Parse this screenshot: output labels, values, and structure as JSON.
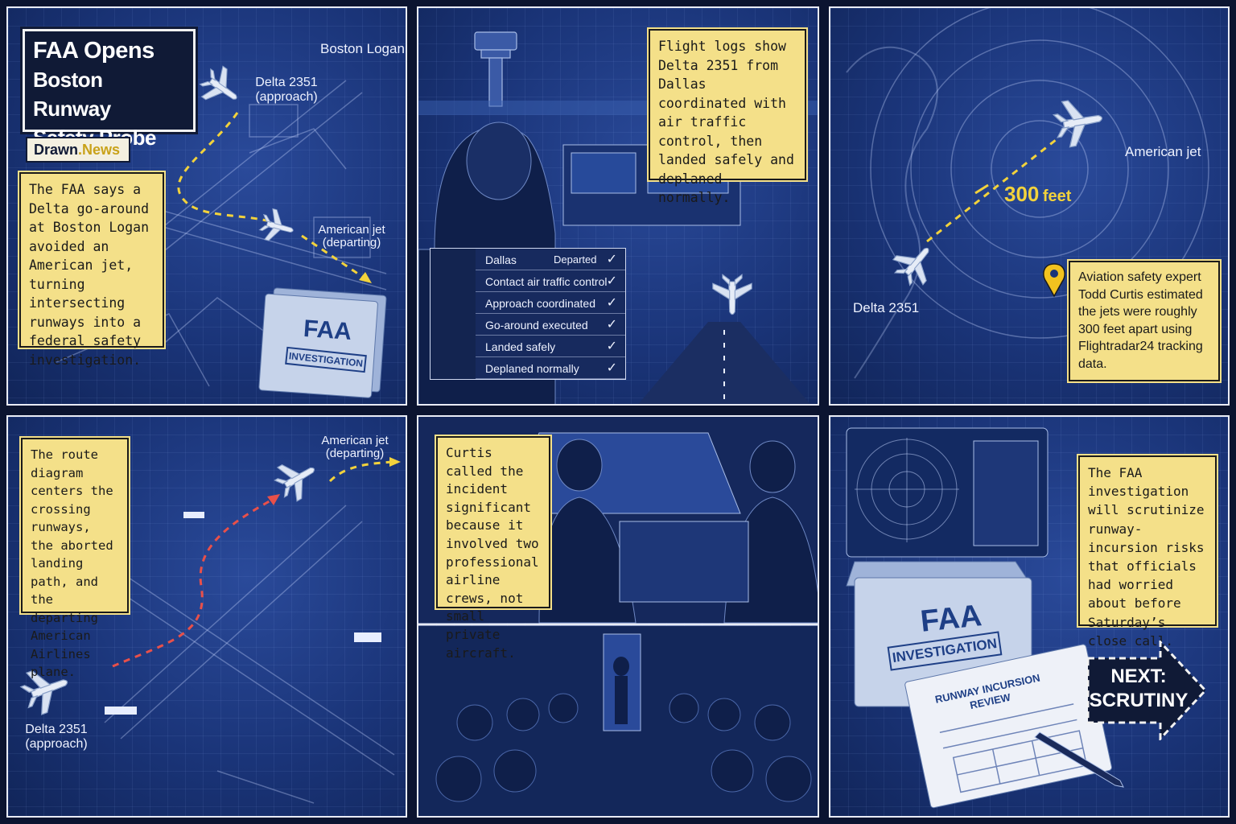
{
  "header": {
    "title_line1": "FAA Opens",
    "title_line2": "Boston Runway",
    "title_line3": "Safety Probe",
    "brand_name": "Drawn",
    "brand_dot": ".",
    "brand_suffix": "News"
  },
  "panel1": {
    "airport_label": "Boston Logan",
    "delta_label_1": "Delta 2351",
    "delta_label_2": "(approach)",
    "american_label_1": "American jet",
    "american_label_2": "(departing)",
    "caption": "The FAA says a Delta go-around at Boston Logan avoided an American jet, turning intersecting runways into a federal safety investigation.",
    "folder_title": "FAA",
    "folder_tag": "INVESTIGATION"
  },
  "panel2": {
    "caption": "Flight logs show Delta 2351 from Dallas coordinated with air traffic control, then landed safely and deplaned normally.",
    "checklist": [
      {
        "label": "Dallas",
        "sub": "Departed",
        "check": "✓"
      },
      {
        "label": "Contact air traffic control",
        "sub": "",
        "check": "✓"
      },
      {
        "label": "Approach coordinated",
        "sub": "",
        "check": "✓"
      },
      {
        "label": "Go-around executed",
        "sub": "",
        "check": "✓"
      },
      {
        "label": "Landed safely",
        "sub": "",
        "check": "✓"
      },
      {
        "label": "Deplaned normally",
        "sub": "",
        "check": "✓"
      }
    ]
  },
  "panel3": {
    "american_label": "American jet",
    "delta_label": "Delta 2351",
    "distance_value": "300",
    "distance_unit": "feet",
    "caption": "Aviation safety expert Todd Curtis estimated the jets were roughly 300 feet apart using Flightradar24 tracking data."
  },
  "panel4": {
    "caption": "The route diagram centers the crossing runways, the aborted landing path, and the departing American Airlines plane.",
    "american_label_1": "American jet",
    "american_label_2": "(departing)",
    "delta_label_1": "Delta 2351",
    "delta_label_2": "(approach)"
  },
  "panel5": {
    "caption": "Curtis called the incident significant because it involved two professional airline crews, not small private aircraft."
  },
  "panel6": {
    "caption": "The FAA investigation will scrutinize runway-incursion risks that officials had worried about before Saturday’s close call.",
    "folder_title": "FAA",
    "folder_tag": "INVESTIGATION",
    "doc_title_1": "RUNWAY INCURSION",
    "doc_title_2": "REVIEW",
    "next_line1": "NEXT:",
    "next_line2": "SCRUTINY"
  },
  "colors": {
    "caption_bg": "#f4e089",
    "blueprint": "#1a3478",
    "path_yellow": "#f2d23c",
    "path_red": "#e8504a"
  },
  "icons": [
    "airplane-icon",
    "folder-icon",
    "checkmark-icon",
    "location-pin-icon",
    "control-tower-icon",
    "radar-icon",
    "pen-icon",
    "arrow-right-icon"
  ]
}
